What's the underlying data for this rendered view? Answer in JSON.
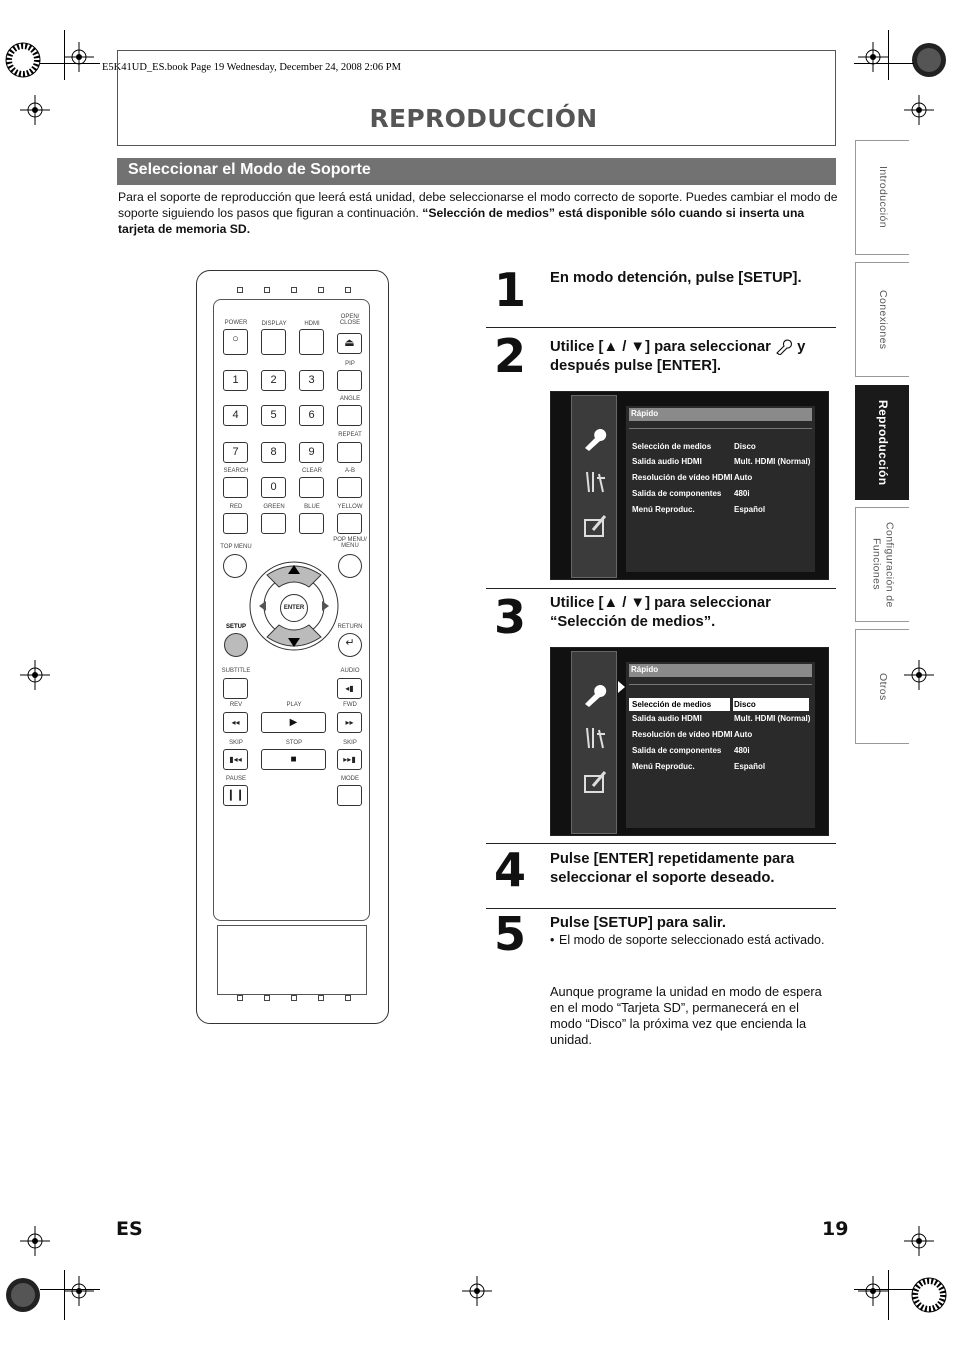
{
  "header": {
    "file_info": "E5K41UD_ES.book  Page 19  Wednesday, December 24, 2008  2:06 PM",
    "page_title": "REPRODUCCIÓN"
  },
  "section": {
    "title": "Seleccionar el Modo de Soporte",
    "intro_normal": "Para el soporte de reproducción que leerá está unidad, debe seleccionarse el modo correcto de soporte. Puedes cambiar el modo de soporte siguiendo los pasos que figuran a continuación.",
    "intro_bold": "“Selección de medios” está disponible sólo cuando si inserta una tarjeta de memoria SD."
  },
  "side_tabs": [
    {
      "label": "Introducción",
      "active": false
    },
    {
      "label": "Conexiones",
      "active": false
    },
    {
      "label": "Reproducción",
      "active": true
    },
    {
      "label": "Configuración de Funciones",
      "active": false
    },
    {
      "label": "Otros",
      "active": false
    }
  ],
  "steps": [
    {
      "number": "1",
      "text": "En modo detención, pulse [SETUP]."
    },
    {
      "number": "2",
      "text_a": "Utilice [▲ / ▼] para seleccionar",
      "text_b": "y",
      "text_c": "después pulse [ENTER]."
    },
    {
      "number": "3",
      "text": "Utilice [▲ / ▼] para seleccionar “Selección de medios”."
    },
    {
      "number": "4",
      "text": "Pulse [ENTER] repetidamente para seleccionar el soporte deseado."
    },
    {
      "number": "5",
      "text": "Pulse [SETUP] para salir.",
      "bullet": "El modo de soporte seleccionado está activado."
    }
  ],
  "note": "Aunque programe la unidad en modo de espera en el modo “Tarjeta SD”, permanecerá en el modo “Disco” la próxima vez que encienda la unidad.",
  "osd": {
    "header": "Rápido",
    "rows": [
      {
        "key": "Selección de medios",
        "value": "Disco"
      },
      {
        "key": "Salida audio HDMI",
        "value": "Mult. HDMI (Normal)"
      },
      {
        "key": "Resolución de vídeo HDMI",
        "value": "Auto"
      },
      {
        "key": "Salida de componentes",
        "value": "480i"
      },
      {
        "key": "Menú Reproduc.",
        "value": "Español"
      }
    ]
  },
  "remote": {
    "labels": {
      "power": "POWER",
      "display": "DISPLAY",
      "hdmi": "HDMI",
      "open_close": "OPEN/ CLOSE",
      "pip": "PIP",
      "angle": "ANGLE",
      "repeat": "REPEAT",
      "search": "SEARCH",
      "clear": "CLEAR",
      "ab": "A-B",
      "red": "RED",
      "green": "GREEN",
      "blue": "BLUE",
      "yellow": "YELLOW",
      "top_menu": "TOP MENU",
      "pop_menu": "POP MENU/ MENU",
      "enter": "ENTER",
      "setup": "SETUP",
      "return": "RETURN",
      "subtitle": "SUBTITLE",
      "audio": "AUDIO",
      "rev": "REV",
      "play": "PLAY",
      "fwd": "FWD",
      "skip_back": "SKIP",
      "stop": "STOP",
      "skip_fwd": "SKIP",
      "pause": "PAUSE",
      "mode": "MODE"
    },
    "digits": [
      "1",
      "2",
      "3",
      "4",
      "5",
      "6",
      "7",
      "8",
      "9",
      "0"
    ]
  },
  "footer": {
    "lang": "ES",
    "page": "19"
  }
}
